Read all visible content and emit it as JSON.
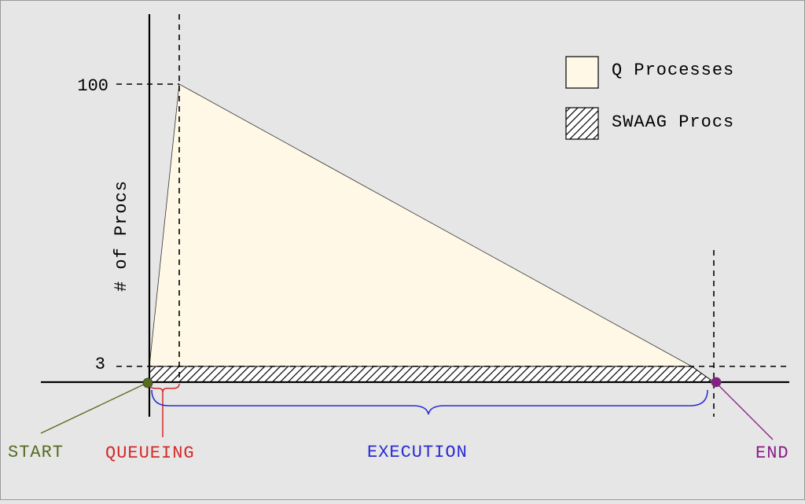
{
  "diagram": {
    "y_axis_label": "# of Procs",
    "y_ticks": [
      "100",
      "3"
    ],
    "legend": [
      {
        "label": "Q Processes",
        "swatch": "solid",
        "color": "#fff8e7"
      },
      {
        "label": "SWAAG Procs",
        "swatch": "hatched",
        "color": "#000000"
      }
    ],
    "phases": {
      "start": {
        "label": "START",
        "color": "#556b1e"
      },
      "queueing": {
        "label": "QUEUEING",
        "color": "#d42a2a"
      },
      "execution": {
        "label": "EXECUTION",
        "color": "#2a2ad4"
      },
      "end": {
        "label": "END",
        "color": "#8b1a8b"
      }
    },
    "colors": {
      "background": "#e6e6e6",
      "q_fill": "#fff8e7",
      "axis": "#000000"
    }
  }
}
